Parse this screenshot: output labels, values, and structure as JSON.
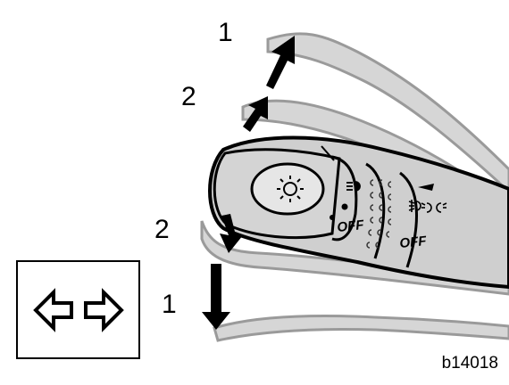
{
  "labels": {
    "top_1": "1",
    "top_2": "2",
    "bottom_2": "2",
    "bottom_1": "1"
  },
  "switch_markings": {
    "off_main": "OFF",
    "off_outer": "OFF"
  },
  "figure_code": "b14018",
  "indicator_box": {
    "arrows": [
      "left-arrow-icon",
      "right-arrow-icon"
    ]
  },
  "colors": {
    "stalk_fill": "#cfcfcf",
    "ghost_fill": "#d6d6d6",
    "ghost_stroke": "#9a9a9a",
    "outline": "#000000"
  }
}
